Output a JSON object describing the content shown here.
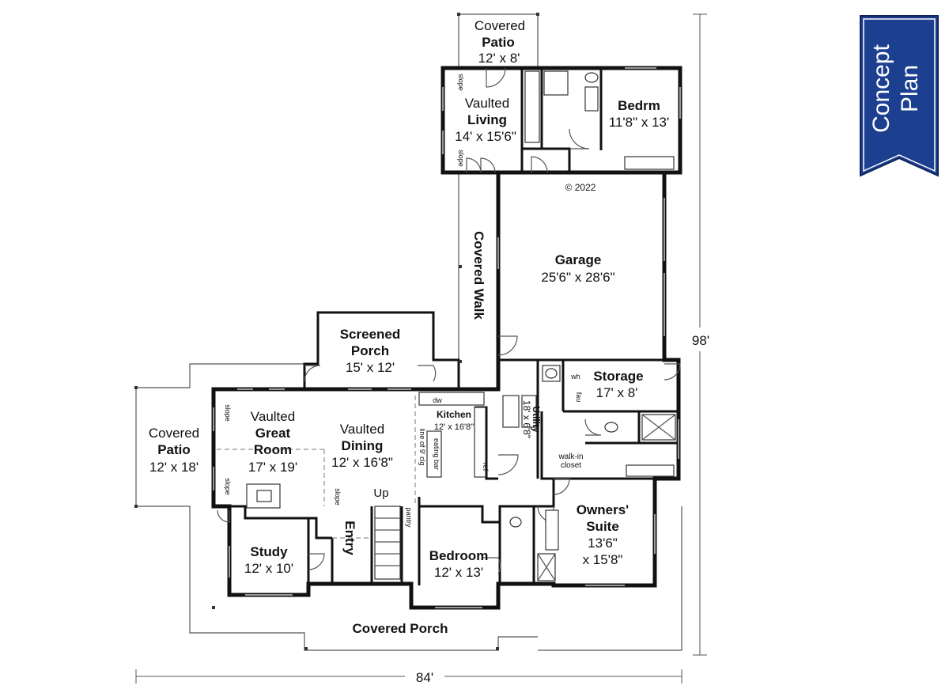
{
  "badge": {
    "line1": "Concept",
    "line2": "Plan",
    "color": "#1d3f8f"
  },
  "copyright": "© 2022",
  "dimensions": {
    "width": "84'",
    "depth": "98'"
  },
  "rooms": {
    "covered_patio_top": {
      "l1": "Covered",
      "l2": "Patio",
      "size": "12' x 8'"
    },
    "living": {
      "l1": "Vaulted",
      "l2": "Living",
      "size": "14' x 15'6\""
    },
    "bedrm": {
      "name": "Bedrm",
      "size": "11'8\" x 13'"
    },
    "garage": {
      "name": "Garage",
      "size": "25'6\" x 28'6\""
    },
    "covered_walk": {
      "name": "Covered Walk"
    },
    "screened_porch": {
      "l1": "Screened",
      "l2": "Porch",
      "size": "15' x 12'"
    },
    "storage": {
      "name": "Storage",
      "size": "17' x 8'"
    },
    "utility": {
      "name": "Utility",
      "size": "18' x 6'8\""
    },
    "kitchen": {
      "name": "Kitchen",
      "size": "12' x 16'8\""
    },
    "covered_patio_left": {
      "l1": "Covered",
      "l2": "Patio",
      "size": "12' x 18'"
    },
    "great_room": {
      "l1": "Vaulted",
      "l2": "Great",
      "l3": "Room",
      "size": "17' x 19'"
    },
    "dining": {
      "l1": "Vaulted",
      "l2": "Dining",
      "size": "12' x 16'8\""
    },
    "walkin_closet": {
      "l1": "walk-in",
      "l2": "closet"
    },
    "owners_suite": {
      "l1": "Owners'",
      "l2": "Suite",
      "s1": "13'6\"",
      "s2": "x 15'8\""
    },
    "study": {
      "name": "Study",
      "size": "12' x 10'"
    },
    "entry": {
      "name": "Entry"
    },
    "bedroom": {
      "name": "Bedroom",
      "size": "12' x 13'"
    },
    "covered_porch": {
      "name": "Covered Porch"
    }
  },
  "notes": {
    "slope": "slope",
    "up": "Up",
    "pantry": "pantry",
    "dw": "dw",
    "ref": "ref",
    "wh": "wh",
    "fau": "fau",
    "eating_bar": "eating bar",
    "ceiling_line": "line of 9' clg"
  }
}
